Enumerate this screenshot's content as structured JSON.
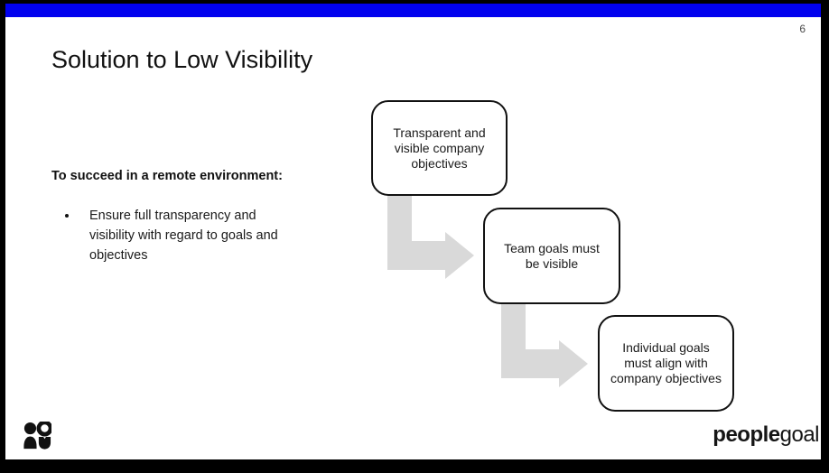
{
  "page": {
    "page_number": "6",
    "title": "Solution to Low Visibility"
  },
  "intro": {
    "heading": "To succeed in a remote environment:",
    "bullets": [
      "Ensure full transparency and visibility with regard to goals and objectives"
    ]
  },
  "diagram": {
    "type": "stepped-flow",
    "steps": [
      {
        "label": "Transparent and visible company objectives"
      },
      {
        "label": "Team goals must be visible"
      },
      {
        "label": "Individual goals must align with company objectives"
      }
    ]
  },
  "footer": {
    "logo_icon": "two-people-icon",
    "logo_text_bold": "people",
    "logo_text_light": "goal"
  },
  "colors": {
    "accent_bar": "#0101ee",
    "frame": "#000000",
    "slide_bg": "#ffffff",
    "box_border": "#111111",
    "arrow": "#d9d9d9",
    "page_number": "#4a4a4a"
  }
}
